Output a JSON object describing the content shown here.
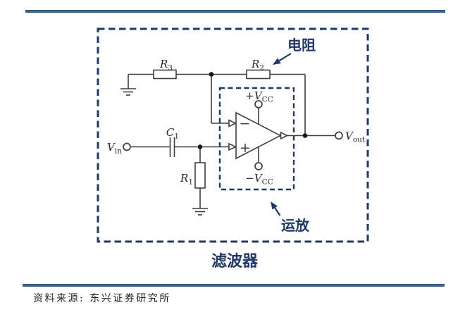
{
  "colors": {
    "rule_blue": "#3c6ea8",
    "box_navy": "#1f3864",
    "wire_gray": "#3f3f3f",
    "text_dark": "#1f1f1f"
  },
  "figure": {
    "caption": "滤波器",
    "annotation_resistor": "电阻",
    "annotation_opamp": "运放",
    "labels": {
      "r3_main": "R",
      "r3_sub": "3",
      "r2_main": "R",
      "r2_sub": "2",
      "r1_main": "R",
      "r1_sub": "1",
      "c1_main": "C",
      "c1_sub": "1",
      "vin_main": "V",
      "vin_sub": "in",
      "vout_main": "V",
      "vout_sub": "out",
      "vcc_plus_main": "+V",
      "vcc_plus_sub": "CC",
      "vcc_minus_main": "−V",
      "vcc_minus_sub": "CC",
      "inverting_input": "−",
      "noninverting_input": "+"
    }
  },
  "footer": {
    "source_label": "资料来源:",
    "source_value": "东兴证券研究所"
  }
}
